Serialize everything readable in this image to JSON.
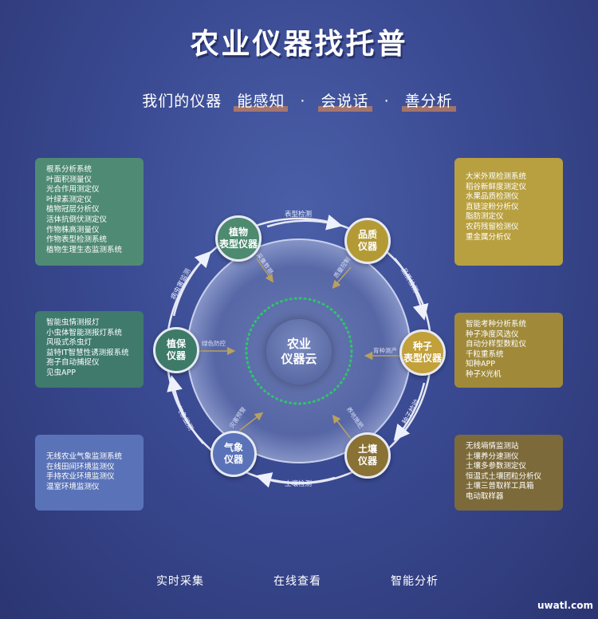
{
  "title": "农业仪器找托普",
  "subtitle": {
    "lead": "我们的仪器",
    "a": "能感知",
    "dot1": "·",
    "b": "会说话",
    "dot2": "·",
    "c": "善分析"
  },
  "center": {
    "line1": "农业",
    "line2": "仪器云"
  },
  "nodes": [
    {
      "id": "plant",
      "line1": "植物",
      "line2": "表型仪器",
      "color": "#4d8a70"
    },
    {
      "id": "quality",
      "line1": "品质",
      "line2": "仪器",
      "color": "#b39a35"
    },
    {
      "id": "seed",
      "line1": "种子",
      "line2": "表型仪器",
      "color": "#c2a03a"
    },
    {
      "id": "soil",
      "line1": "土壤",
      "line2": "仪器",
      "color": "#8a7134"
    },
    {
      "id": "weather",
      "line1": "气象",
      "line2": "仪器",
      "color": "#5a72b8"
    },
    {
      "id": "protect",
      "line1": "植保",
      "line2": "仪器",
      "color": "#3d7a68"
    }
  ],
  "ring_labels": {
    "top": "表型检测",
    "right_top": "品质检测",
    "right_bottom": "种子检验",
    "bottom": "土壤检测",
    "left_bottom": "气象监测",
    "left_top": "病虫害监测"
  },
  "inner_labels": {
    "a": "采集数据",
    "b": "质量控制",
    "c": "育种测产",
    "d": "养地施肥",
    "e": "灾害预警",
    "f": "绿色防控"
  },
  "boxes": {
    "plant": [
      "根系分析系统",
      "叶面积测量仪",
      "光合作用测定仪",
      "叶绿素测定仪",
      "植物冠层分析仪",
      "活体抗倒伏测定仪",
      "作物株高测量仪",
      "作物表型检测系统",
      "植物生理生态监测系统"
    ],
    "protect": [
      "智能虫情测报灯",
      "小虫体智能测报灯系统",
      "风吸式杀虫灯",
      "益特IT智慧性诱测报系统",
      "孢子自动捕捉仪",
      "见虫APP"
    ],
    "weather": [
      "无线农业气象监测系统",
      "在线田间环境监测仪",
      "手持农业环境监测仪",
      "温室环境监测仪"
    ],
    "quality": [
      "大米外观检测系统",
      "稻谷新鲜度测定仪",
      "水果品质检测仪",
      "直链淀粉分析仪",
      "脂肪测定仪",
      "农药残留检测仪",
      "重金属分析仪"
    ],
    "seed": [
      "智能考种分析系统",
      "种子净度风选仪",
      "自动分样型数粒仪",
      "千粒重系统",
      "知种APP",
      "种子X光机"
    ],
    "soil": [
      "无线墒情监测站",
      "土壤养分速测仪",
      "土壤多参数测定仪",
      "恒温式土壤团粒分析仪",
      "土壤三普取样工具箱",
      "电动取样器"
    ]
  },
  "footer": {
    "a": "实时采集",
    "b": "在线查看",
    "c": "智能分析"
  },
  "watermark": "uwatl.com"
}
